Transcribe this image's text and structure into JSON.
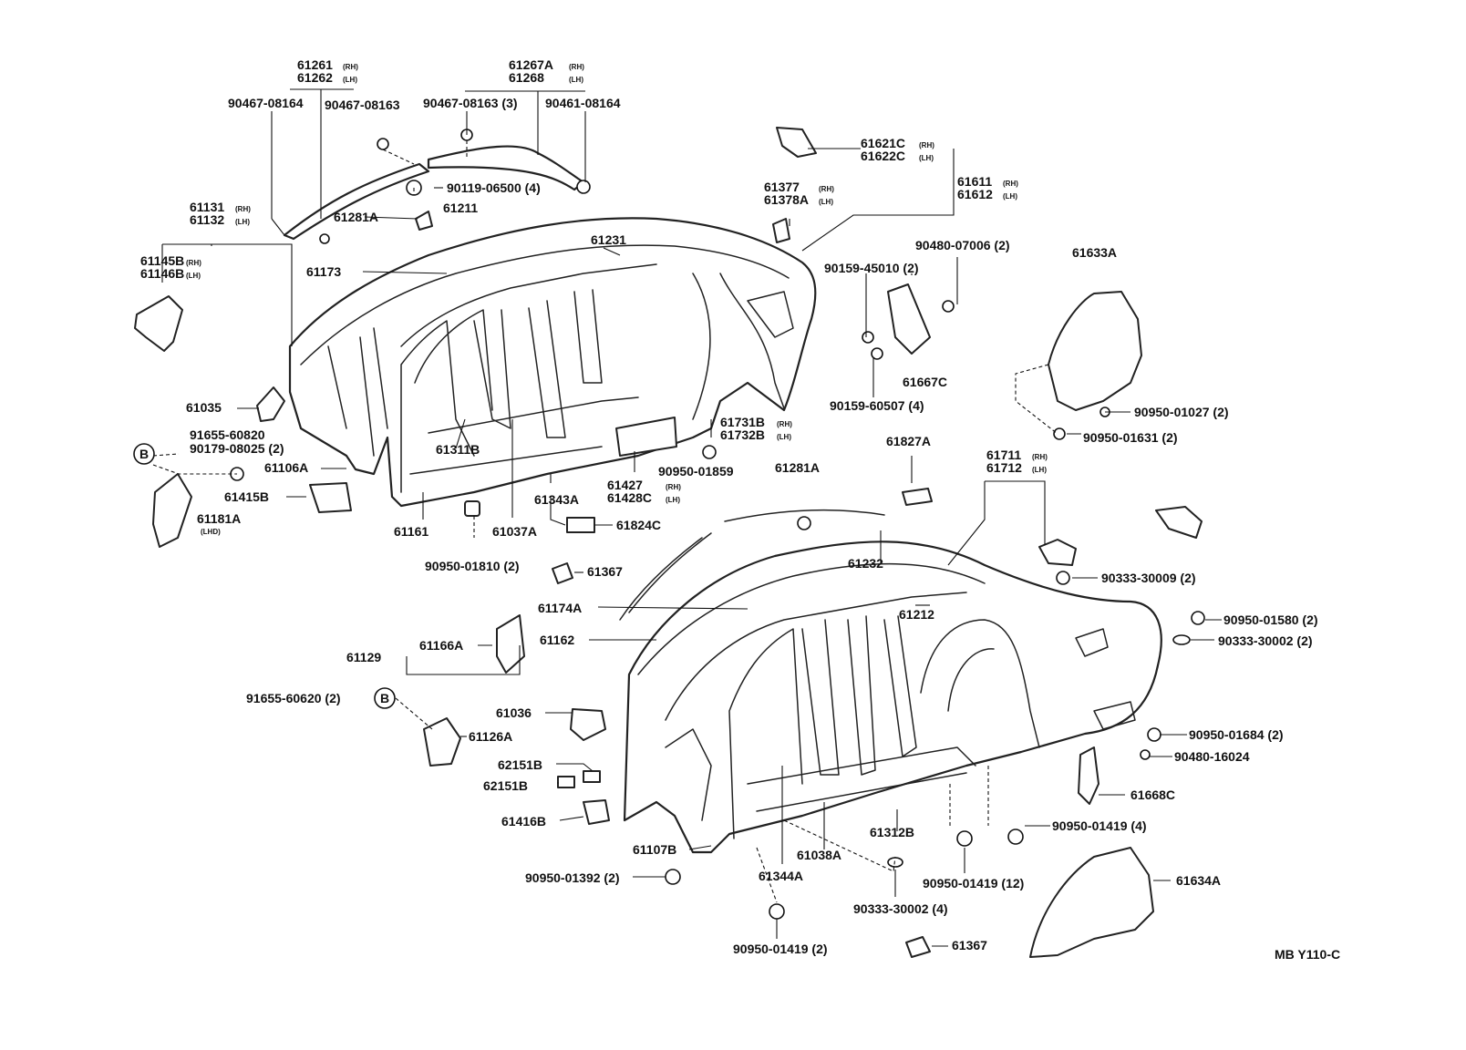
{
  "diagram": {
    "code": "MB Y110-C",
    "ref_b": "B",
    "labels": {
      "p61261": "61261",
      "p61262": "61262",
      "p61267A": "61267A",
      "p61268": "61268",
      "p90467_08164": "90467-08164",
      "p90467_08163a": "90467-08163",
      "p90467_08163b": "90467-08163 (3)",
      "p90461_08164": "90461-08164",
      "p90119_06500": "90119-06500 (4)",
      "p61131": "61131",
      "p61132": "61132",
      "p61281A_top": "61281A",
      "p61211": "61211",
      "p61145B": "61145B",
      "p61146B": "61146B",
      "p61173": "61173",
      "p61231": "61231",
      "p61621C": "61621C",
      "p61622C": "61622C",
      "p61611": "61611",
      "p61612": "61612",
      "p61377": "61377",
      "p61378A": "61378A",
      "p90480_07006": "90480-07006 (2)",
      "p90159_45010": "90159-45010 (2)",
      "p61633A": "61633A",
      "p61667C": "61667C",
      "p90159_60507": "90159-60507 (4)",
      "p61035": "61035",
      "p91655_60820": "91655-60820",
      "p90179_08025": "90179-08025 (2)",
      "p61106A": "61106A",
      "p61311B": "61311B",
      "p61731B": "61731B",
      "p61732B": "61732B",
      "p90950_01027": "90950-01027 (2)",
      "p90950_01631": "90950-01631 (2)",
      "p61415B": "61415B",
      "p90950_01859": "90950-01859",
      "p61427": "61427",
      "p61428C": "61428C",
      "p61343A": "61343A",
      "p61181A": "61181A",
      "lhd": "(LHD)",
      "p61161": "61161",
      "p61037A": "61037A",
      "p61824C": "61824C",
      "p61827A": "61827A",
      "p61281A_mid": "61281A",
      "p61711": "61711",
      "p61712": "61712",
      "p90950_01810": "90950-01810 (2)",
      "p61367_top": "61367",
      "p61232": "61232",
      "p90333_30009": "90333-30009 (2)",
      "p61174A": "61174A",
      "p61212": "61212",
      "p90950_01580": "90950-01580 (2)",
      "p90333_30002_r": "90333-30002 (2)",
      "p61162": "61162",
      "p61129": "61129",
      "p61166A": "61166A",
      "p91655_60620": "91655-60620 (2)",
      "p61036": "61036",
      "p61126A": "61126A",
      "p90950_01684": "90950-01684 (2)",
      "p90480_16024": "90480-16024",
      "p62151B_a": "62151B",
      "p62151B_b": "62151B",
      "p61668C": "61668C",
      "p61416B": "61416B",
      "p61312B": "61312B",
      "p90950_01419_4": "90950-01419 (4)",
      "p61107B": "61107B",
      "p61038A": "61038A",
      "p90950_01392": "90950-01392 (2)",
      "p61344A": "61344A",
      "p90950_01419_12": "90950-01419 (12)",
      "p61634A": "61634A",
      "p90333_30002_b": "90333-30002 (4)",
      "p90950_01419_2": "90950-01419 (2)",
      "p61367_bot": "61367"
    },
    "side_marks": {
      "rh": "(RH)",
      "lh": "(LH)"
    }
  }
}
